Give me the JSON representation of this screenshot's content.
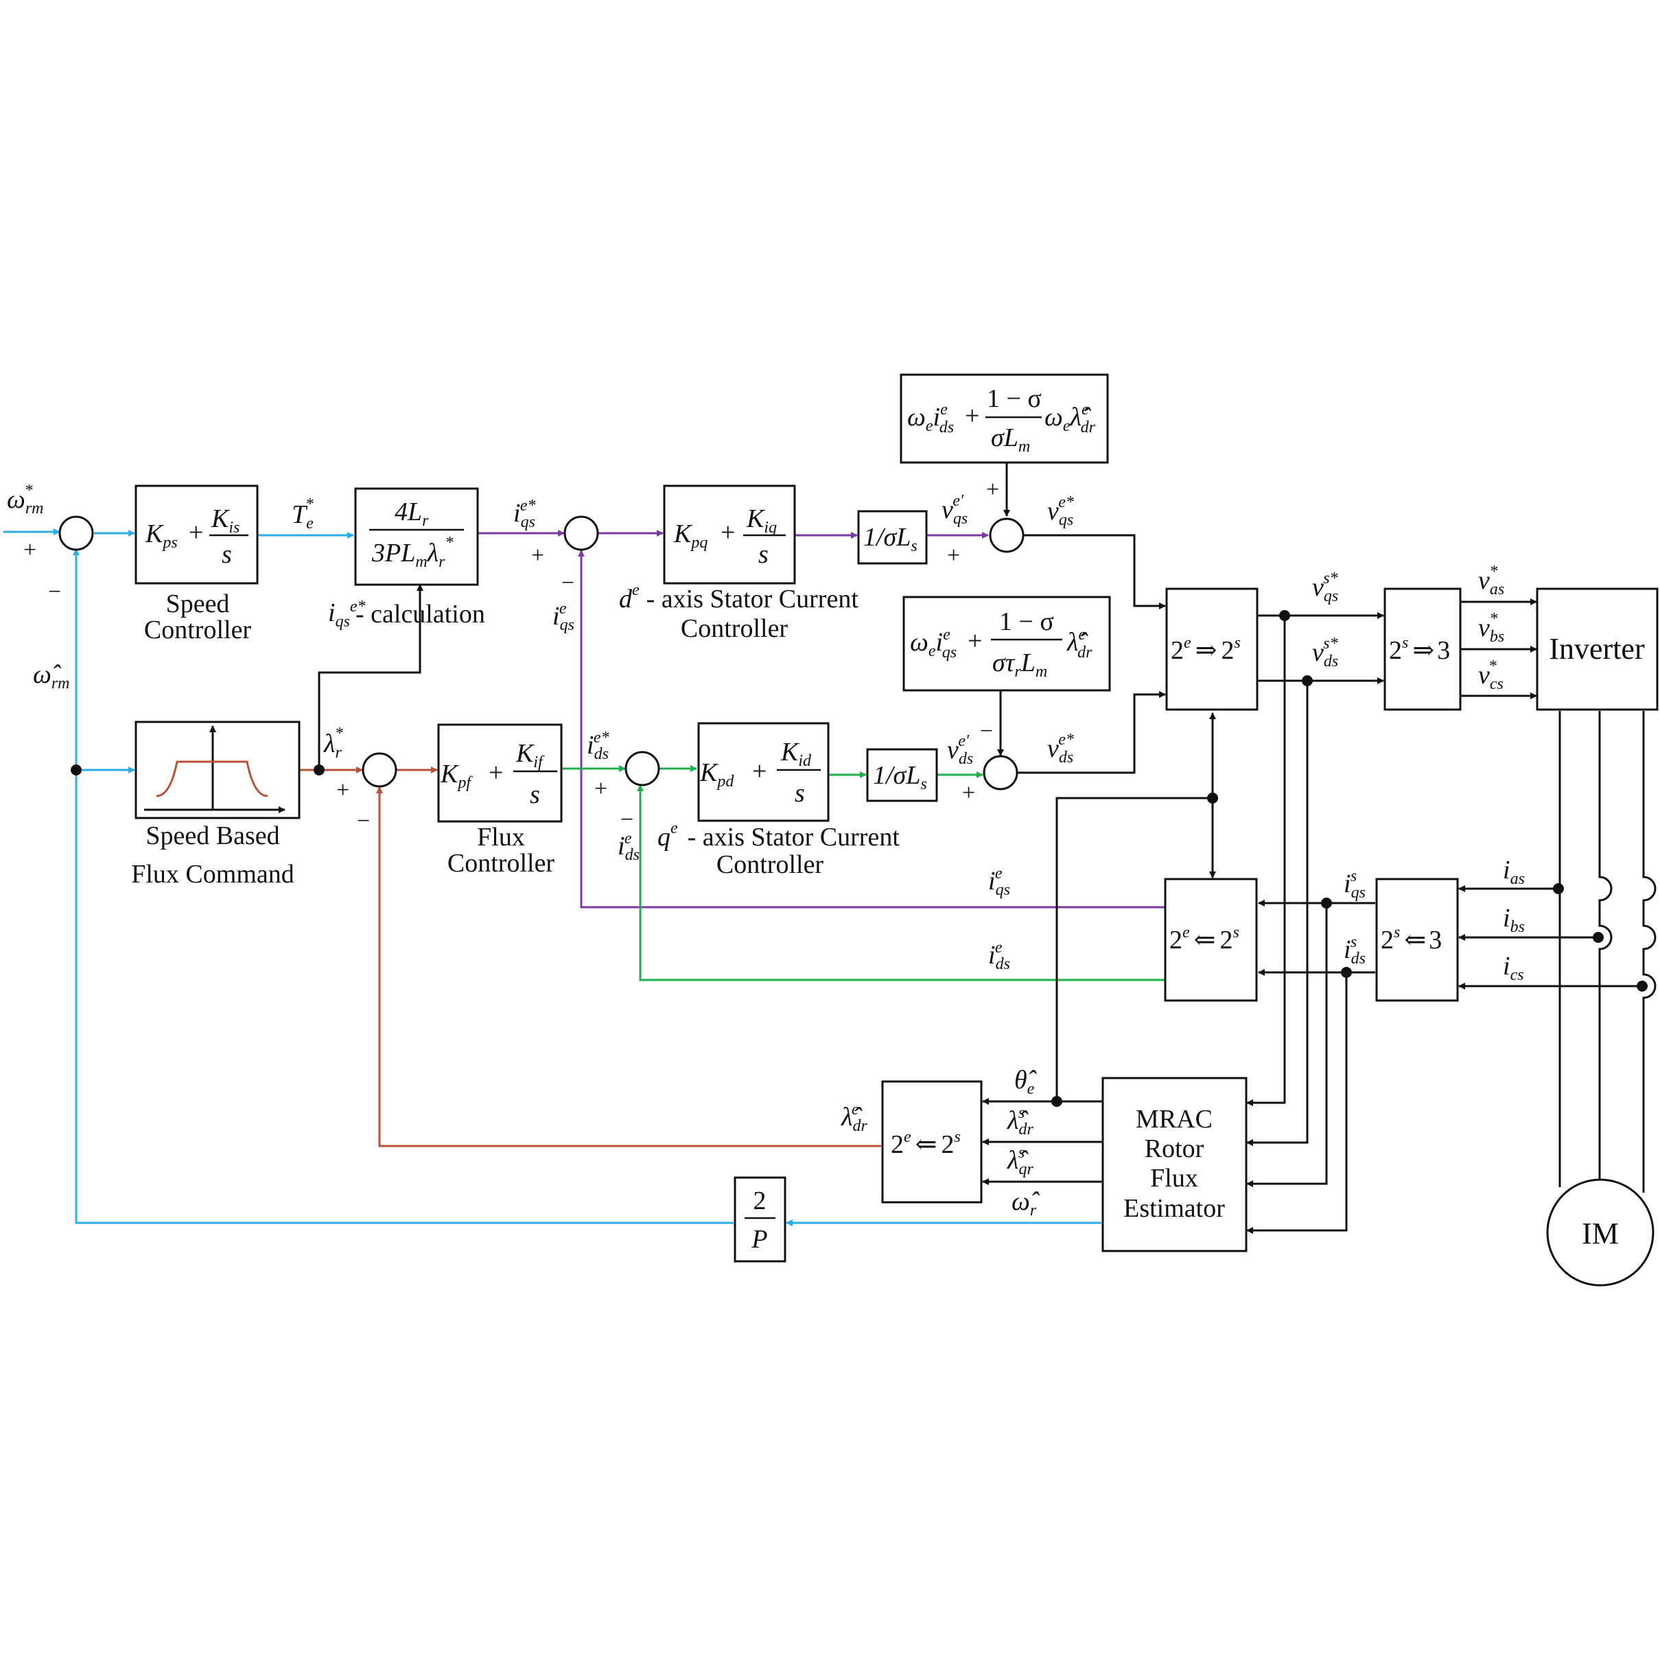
{
  "blocks": {
    "speed_controller": {
      "k_p": "K",
      "k_p_sub": "ps",
      "plus": "+",
      "k_i": "K",
      "k_i_sub": "is",
      "s": "s",
      "caption1": "Speed",
      "caption2": "Controller"
    },
    "iqs_calc": {
      "num": "4L",
      "num_sub": "r",
      "den": "3PL",
      "den_sub": "m",
      "den_lam": "λ",
      "den_lam_sub": "r",
      "den_star": "*",
      "caption": "- calculation"
    },
    "d_controller": {
      "k_p": "K",
      "k_p_sub": "pq",
      "plus": "+",
      "k_i": "K",
      "k_i_sub": "iq",
      "s": "s",
      "caption_var": "d",
      "caption_sup": "e",
      "caption1": "- axis Stator Current",
      "caption2": "Controller"
    },
    "q_controller": {
      "k_p": "K",
      "k_p_sub": "pd",
      "plus": "+",
      "k_i": "K",
      "k_i_sub": "id",
      "s": "s",
      "caption_var": "q",
      "caption_sup": "e",
      "caption1": "- axis Stator Current",
      "caption2": "Controller"
    },
    "flux_command": {
      "caption1": "Speed Based",
      "caption2": "Flux Command"
    },
    "flux_controller": {
      "k_p": "K",
      "k_p_sub": "pf",
      "plus": "+",
      "k_i": "K",
      "k_i_sub": "if",
      "s": "s",
      "caption1": "Flux",
      "caption2": "Controller"
    },
    "inv_sigma_ls_top": {
      "text": "1/σL",
      "sub": "s"
    },
    "inv_sigma_ls_bottom": {
      "text": "1/σL",
      "sub": "s"
    },
    "ff_top": {
      "lhs": "ω",
      "lhs_sub": "e",
      "i": "i",
      "i_sup": "e",
      "i_sub": "ds",
      "plus": "+",
      "num": "1 − σ",
      "den": "σL",
      "den_sub": "m",
      "rhs": "ω",
      "rhs_sub": "e",
      "lam": "λ̂",
      "lam_sup": "e",
      "lam_sub": "dr"
    },
    "ff_bottom": {
      "lhs": "ω",
      "lhs_sub": "e",
      "i": "i",
      "i_sup": "e",
      "i_sub": "qs",
      "plus": "+",
      "num": "1 − σ",
      "den": "στ",
      "den_sub": "r",
      "den2": "L",
      "den2_sub": "m",
      "lam": "λ̂",
      "lam_sup": "e",
      "lam_sub": "dr"
    },
    "transform_e2s": {
      "a": "2",
      "a_sup": "e",
      "arrow": "⇒",
      "b": "2",
      "b_sup": "s"
    },
    "transform_s23": {
      "a": "2",
      "a_sup": "s",
      "arrow": "⇒",
      "b": "3"
    },
    "inverter": {
      "label": "Inverter"
    },
    "transform_s2e": {
      "a": "2",
      "a_sup": "e",
      "arrow": "⇐",
      "b": "2",
      "b_sup": "s"
    },
    "transform_3s": {
      "a": "2",
      "a_sup": "s",
      "arrow": "⇐",
      "b": "3"
    },
    "transform_flux": {
      "a": "2",
      "a_sup": "e",
      "arrow": "⇐",
      "b": "2",
      "b_sup": "s"
    },
    "mrac": {
      "line1": "MRAC",
      "line2": "Rotor",
      "line3": "Flux",
      "line4": "Estimator"
    },
    "gain": {
      "num": "2",
      "den": "P"
    },
    "motor": {
      "label": "IM"
    }
  },
  "signals": {
    "omega_ref": {
      "sym": "ω",
      "sub": "rm",
      "sup": "*"
    },
    "omega_hat_rm": {
      "sym": "ω̂",
      "sub": "rm"
    },
    "te_ref": {
      "sym": "T",
      "sub": "e",
      "sup": "*"
    },
    "iqs_ref": {
      "sym": "i",
      "sub": "qs",
      "sup": "e*"
    },
    "iqs_fb": {
      "sym": "i",
      "sub": "qs",
      "sup": "e"
    },
    "ids_ref": {
      "sym": "i",
      "sub": "ds",
      "sup": "e*"
    },
    "ids_fb": {
      "sym": "i",
      "sub": "ds",
      "sup": "e"
    },
    "lambda_ref": {
      "sym": "λ",
      "sub": "r",
      "sup": "*"
    },
    "vqs_prime": {
      "sym": "v",
      "sub": "qs",
      "sup": "e′"
    },
    "vqs_ref": {
      "sym": "v",
      "sub": "qs",
      "sup": "e*"
    },
    "vds_prime": {
      "sym": "v",
      "sub": "ds",
      "sup": "e′"
    },
    "vds_ref": {
      "sym": "v",
      "sub": "ds",
      "sup": "e*"
    },
    "vqs_s": {
      "sym": "v",
      "sub": "qs",
      "sup": "s*"
    },
    "vds_s": {
      "sym": "v",
      "sub": "ds",
      "sup": "s*"
    },
    "vas": {
      "sym": "v",
      "sub": "as",
      "sup": "*"
    },
    "vbs": {
      "sym": "v",
      "sub": "bs",
      "sup": "*"
    },
    "vcs": {
      "sym": "v",
      "sub": "cs",
      "sup": "*"
    },
    "ias": {
      "sym": "i",
      "sub": "as"
    },
    "ibs": {
      "sym": "i",
      "sub": "bs"
    },
    "ics": {
      "sym": "i",
      "sub": "cs"
    },
    "iqs_s": {
      "sym": "i",
      "sub": "qs",
      "sup": "s"
    },
    "ids_s": {
      "sym": "i",
      "sub": "ds",
      "sup": "s"
    },
    "iqs_e_back": {
      "sym": "i",
      "sub": "qs",
      "sup": "e"
    },
    "ids_e_back": {
      "sym": "i",
      "sub": "ds",
      "sup": "e"
    },
    "theta_hat": {
      "sym": "θ̂",
      "sub": "e"
    },
    "lambda_dr_s": {
      "sym": "λ̂",
      "sub": "dr",
      "sup": "s"
    },
    "lambda_qr_s": {
      "sym": "λ̂",
      "sub": "qr",
      "sup": "s"
    },
    "omega_hat_r": {
      "sym": "ω̂",
      "sub": "r"
    },
    "lambda_dr_e": {
      "sym": "λ̂",
      "sub": "dr",
      "sup": "e"
    }
  },
  "signs": {
    "plus": "+",
    "minus": "−"
  },
  "colors": {
    "speed": "#29aee6",
    "q_axis": "#7a3aa6",
    "d_axis": "#1eb04b",
    "flux": "#b8503a",
    "plant": "#111111"
  }
}
